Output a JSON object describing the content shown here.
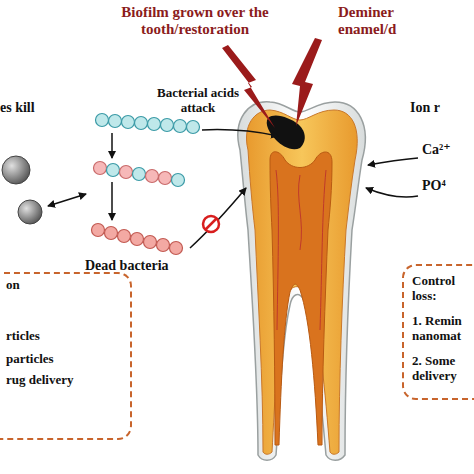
{
  "diagram": {
    "nodes": [
      {
        "text": [
          "on",
          "rticles",
          "particles",
          "rug delivery"
        ]
      },
      {
        "text": [
          "Control loss:",
          "1. Remin nanomat",
          "2. Some delivery"
        ]
      }
    ],
    "labels": [
      "Biofilm grown over the tooth/restoration",
      "Deminer enamel/d",
      "es kill",
      "Bacterial acids attack",
      "Dead bacteria",
      "Ion r",
      "Ca²⁺",
      "PO⁴"
    ]
  }
}
